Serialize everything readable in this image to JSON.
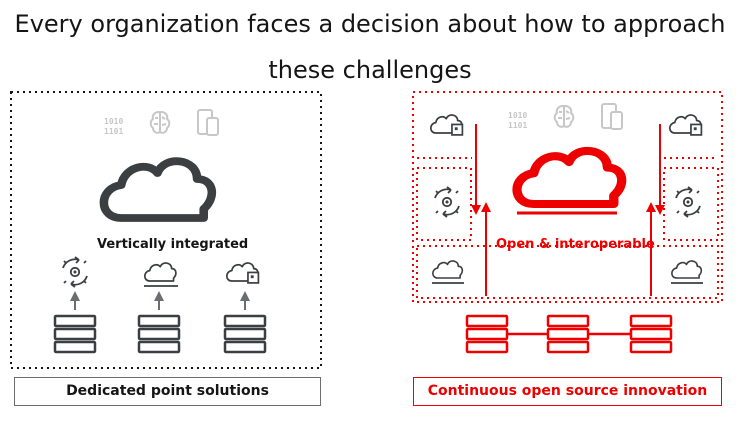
{
  "title": {
    "line1": "Every organization faces a decision about how to approach",
    "line2": "these challenges"
  },
  "left_panel": {
    "center_label": "Vertically integrated",
    "footer_label": "Dedicated point solutions"
  },
  "right_panel": {
    "center_label": "Open & interoperable",
    "footer_label": "Continuous open source innovation"
  },
  "icons": {
    "binary_text": [
      "1010",
      "1101"
    ]
  },
  "colors": {
    "gray": "#6a6e73",
    "dark": "#3c3f42",
    "light_gray": "#c7c7c7",
    "red": "#ee0000"
  }
}
